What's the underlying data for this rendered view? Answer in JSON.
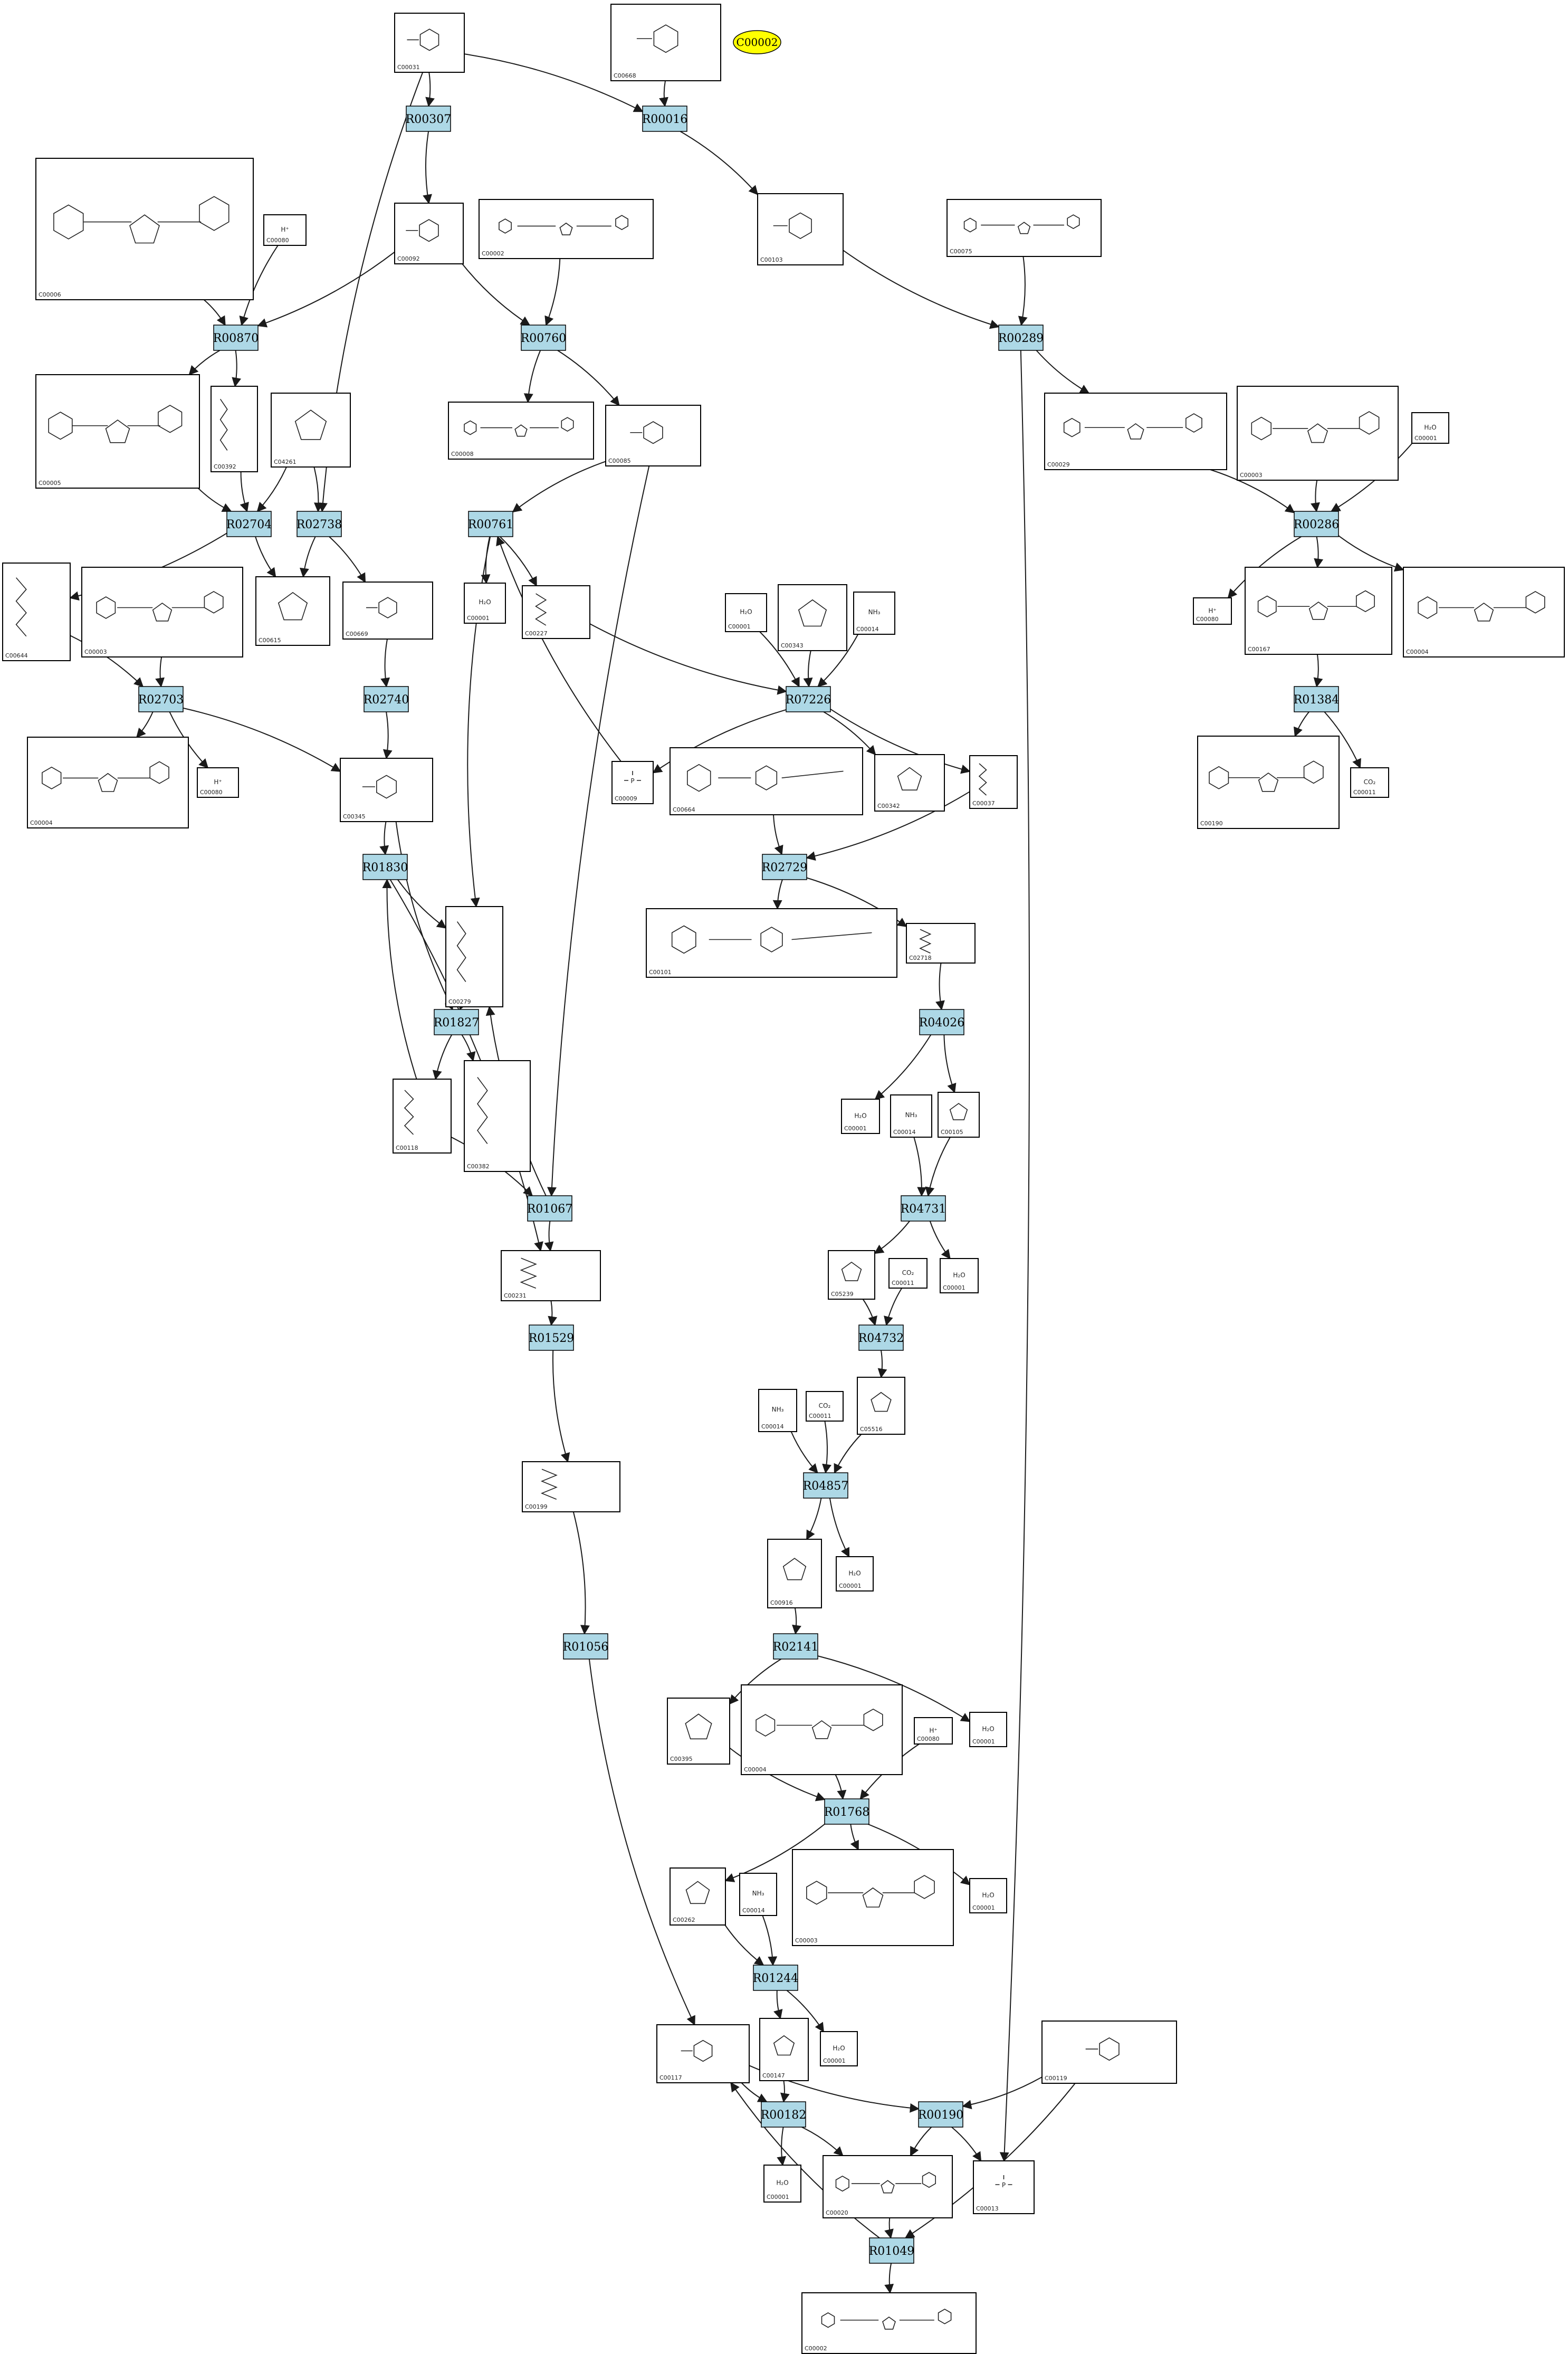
{
  "highlight": {
    "label": "C00002",
    "color": "#ffff00"
  },
  "colors": {
    "reaction_fill": "#add8e6",
    "compound_fill": "#ffffff",
    "edge": "#1a1a1a"
  },
  "reactions": [
    "R00307",
    "R00016",
    "R00870",
    "R00760",
    "R00289",
    "R02704",
    "R02738",
    "R00761",
    "R00286",
    "R02703",
    "R02740",
    "R07226",
    "R01384",
    "R01830",
    "R02729",
    "R01827",
    "R04026",
    "R01067",
    "R04731",
    "R01529",
    "R04732",
    "R04857",
    "R01056",
    "R02141",
    "R01768",
    "R01244",
    "R00182",
    "R00190",
    "R01049"
  ],
  "compounds": [
    {
      "id": "C00031",
      "kind": "sugar"
    },
    {
      "id": "C00668",
      "kind": "sugar"
    },
    {
      "id": "C00006",
      "kind": "nucleotide"
    },
    {
      "id": "C00080",
      "kind": "proton",
      "formula": "H⁺"
    },
    {
      "id": "C00092",
      "kind": "sugar"
    },
    {
      "id": "C00002",
      "kind": "nucleotide"
    },
    {
      "id": "C00103",
      "kind": "sugar"
    },
    {
      "id": "C00075",
      "kind": "nucleotide"
    },
    {
      "id": "C00005",
      "kind": "nucleotide"
    },
    {
      "id": "C00392",
      "kind": "chain"
    },
    {
      "id": "C04261",
      "kind": "ring"
    },
    {
      "id": "C00008",
      "kind": "nucleotide"
    },
    {
      "id": "C00085",
      "kind": "sugar"
    },
    {
      "id": "C00029",
      "kind": "nucleotide"
    },
    {
      "id": "C00003",
      "kind": "nucleotide"
    },
    {
      "id": "C00001",
      "kind": "water",
      "formula": "H₂O"
    },
    {
      "id": "C00644",
      "kind": "chain"
    },
    {
      "id": "C00615",
      "kind": "ring"
    },
    {
      "id": "C00669",
      "kind": "sugar"
    },
    {
      "id": "C00227",
      "kind": "chain"
    },
    {
      "id": "C00343",
      "kind": "ring"
    },
    {
      "id": "C00014",
      "kind": "ammonia",
      "formula": "NH₃"
    },
    {
      "id": "C00167",
      "kind": "nucleotide"
    },
    {
      "id": "C00004",
      "kind": "nucleotide"
    },
    {
      "id": "C00345",
      "kind": "sugar"
    },
    {
      "id": "C00009",
      "kind": "phosphate"
    },
    {
      "id": "C00664",
      "kind": "folate"
    },
    {
      "id": "C00342",
      "kind": "ring"
    },
    {
      "id": "C00037",
      "kind": "chain"
    },
    {
      "id": "C00190",
      "kind": "nucleotide"
    },
    {
      "id": "C00011",
      "kind": "co2",
      "formula": "CO₂"
    },
    {
      "id": "C00279",
      "kind": "chain"
    },
    {
      "id": "C00101",
      "kind": "folate"
    },
    {
      "id": "C02718",
      "kind": "chain"
    },
    {
      "id": "C00118",
      "kind": "chain"
    },
    {
      "id": "C00382",
      "kind": "chain"
    },
    {
      "id": "C00105",
      "kind": "ring"
    },
    {
      "id": "C00231",
      "kind": "chain"
    },
    {
      "id": "C05239",
      "kind": "ring"
    },
    {
      "id": "C00199",
      "kind": "chain"
    },
    {
      "id": "C05516",
      "kind": "ring"
    },
    {
      "id": "C00916",
      "kind": "ring"
    },
    {
      "id": "C00395",
      "kind": "ring"
    },
    {
      "id": "C00262",
      "kind": "ring"
    },
    {
      "id": "C00117",
      "kind": "sugar"
    },
    {
      "id": "C00147",
      "kind": "ring"
    },
    {
      "id": "C00119",
      "kind": "sugar"
    },
    {
      "id": "C00020",
      "kind": "nucleotide"
    },
    {
      "id": "C00013",
      "kind": "phosphate"
    }
  ]
}
